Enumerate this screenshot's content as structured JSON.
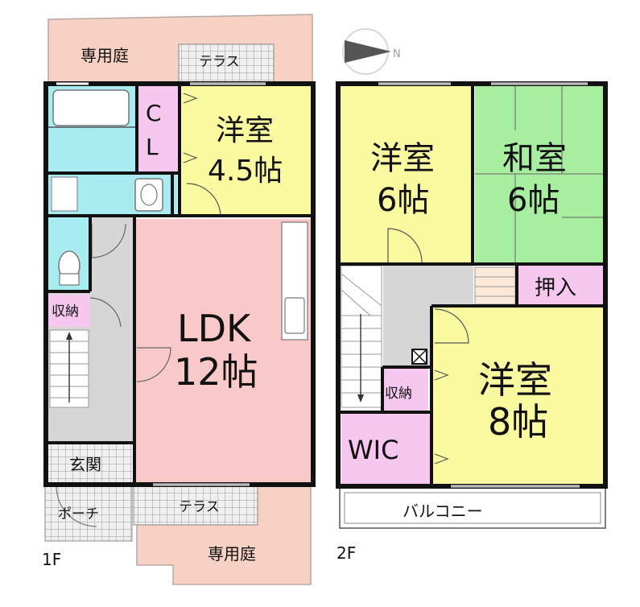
{
  "compass": {
    "north": "N"
  },
  "floor1": {
    "label": "1F",
    "garden_top": "専用庭",
    "terrace_top": "テラス",
    "closet": "C\nL",
    "closet_line1": "C",
    "closet_line2": "L",
    "western_room_name": "洋室",
    "western_room_size": "4.5帖",
    "storage": "収納",
    "ldk_name": "LDK",
    "ldk_size": "12帖",
    "entrance": "玄関",
    "porch": "ポーチ",
    "terrace_bottom": "テラス",
    "garden_bottom": "専用庭"
  },
  "floor2": {
    "label": "2F",
    "western_6_name": "洋室",
    "western_6_size": "6帖",
    "japanese_name": "和室",
    "japanese_size": "6帖",
    "oshiire": "押入",
    "storage": "収納",
    "wic": "WIC",
    "western_8_name": "洋室",
    "western_8_size": "8帖",
    "balcony": "バルコニー"
  },
  "colors": {
    "garden": "#f7d2c4",
    "yellow_room": "#fafaa0",
    "ldk": "#f9c8c8",
    "japanese": "#a8eea0",
    "pink_storage": "#f6c8f0",
    "bath": "#a8ecf2",
    "hall": "#d6d6d6",
    "wall": "#111111"
  }
}
